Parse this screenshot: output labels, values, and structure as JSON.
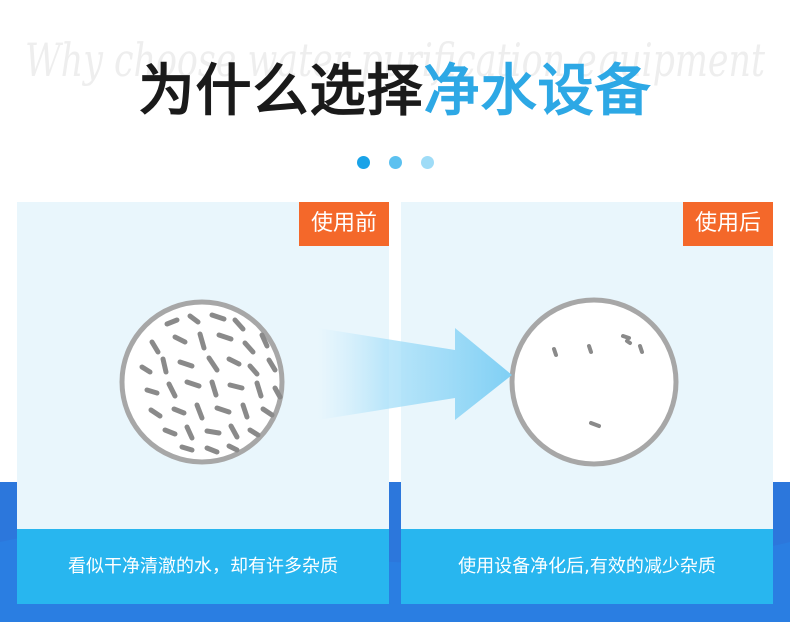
{
  "header": {
    "title_part1": "为什么选择",
    "title_part2": "净水设备",
    "watermark_text": "Why choose water purification equipment"
  },
  "pagination": {
    "dot_colors": [
      "#1aa3e8",
      "#5cc1f0",
      "#9fdcf7"
    ]
  },
  "panels": {
    "before": {
      "tag": "使用前",
      "caption": "看似干净清澈的水，却有许多杂质"
    },
    "after": {
      "tag": "使用后",
      "caption": "使用设备净化后,有效的减少杂质"
    }
  },
  "colors": {
    "title_accent": "#2da8e5",
    "tag_orange": "#f4682a",
    "caption_blue": "#28b6ef",
    "band_blue": "#2c77dc",
    "panel_bg": "#e9f6fc",
    "arrow": "#8fd6f7"
  }
}
